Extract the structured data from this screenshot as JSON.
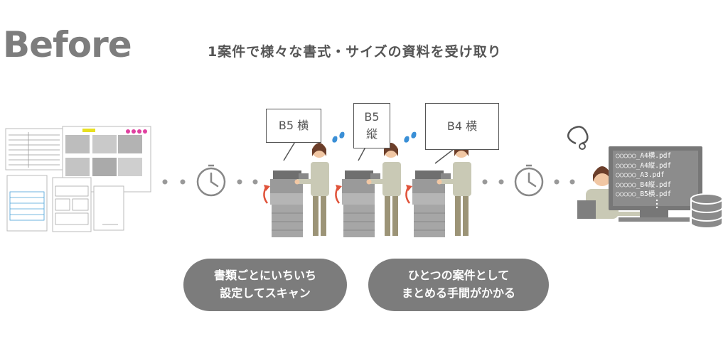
{
  "header": {
    "title": "Before",
    "subtitle": "1案件で様々な書式・サイズの資料を受け取り"
  },
  "bubbles": [
    {
      "label": "B5 横"
    },
    {
      "label_line1": "B5",
      "label_line2": "縦"
    },
    {
      "label": "B4 横"
    }
  ],
  "pills": [
    {
      "line1": "書類ごとにいちいち",
      "line2": "設定してスキャン"
    },
    {
      "line1": "ひとつの案件として",
      "line2": "まとめる手間がかかる"
    }
  ],
  "monitor": {
    "files": [
      "○○○○○_A4横.pdf",
      "○○○○○_A4縦.pdf",
      "○○○○○_A3.pdf",
      "○○○○○_B4縦.pdf",
      "○○○○○_B5横.pdf"
    ]
  },
  "colors": {
    "accent_blue": "#3a8fd6",
    "accent_red": "#e0533a",
    "pill_gray": "#7c7c7c",
    "title_gray": "#7d7d7d"
  }
}
